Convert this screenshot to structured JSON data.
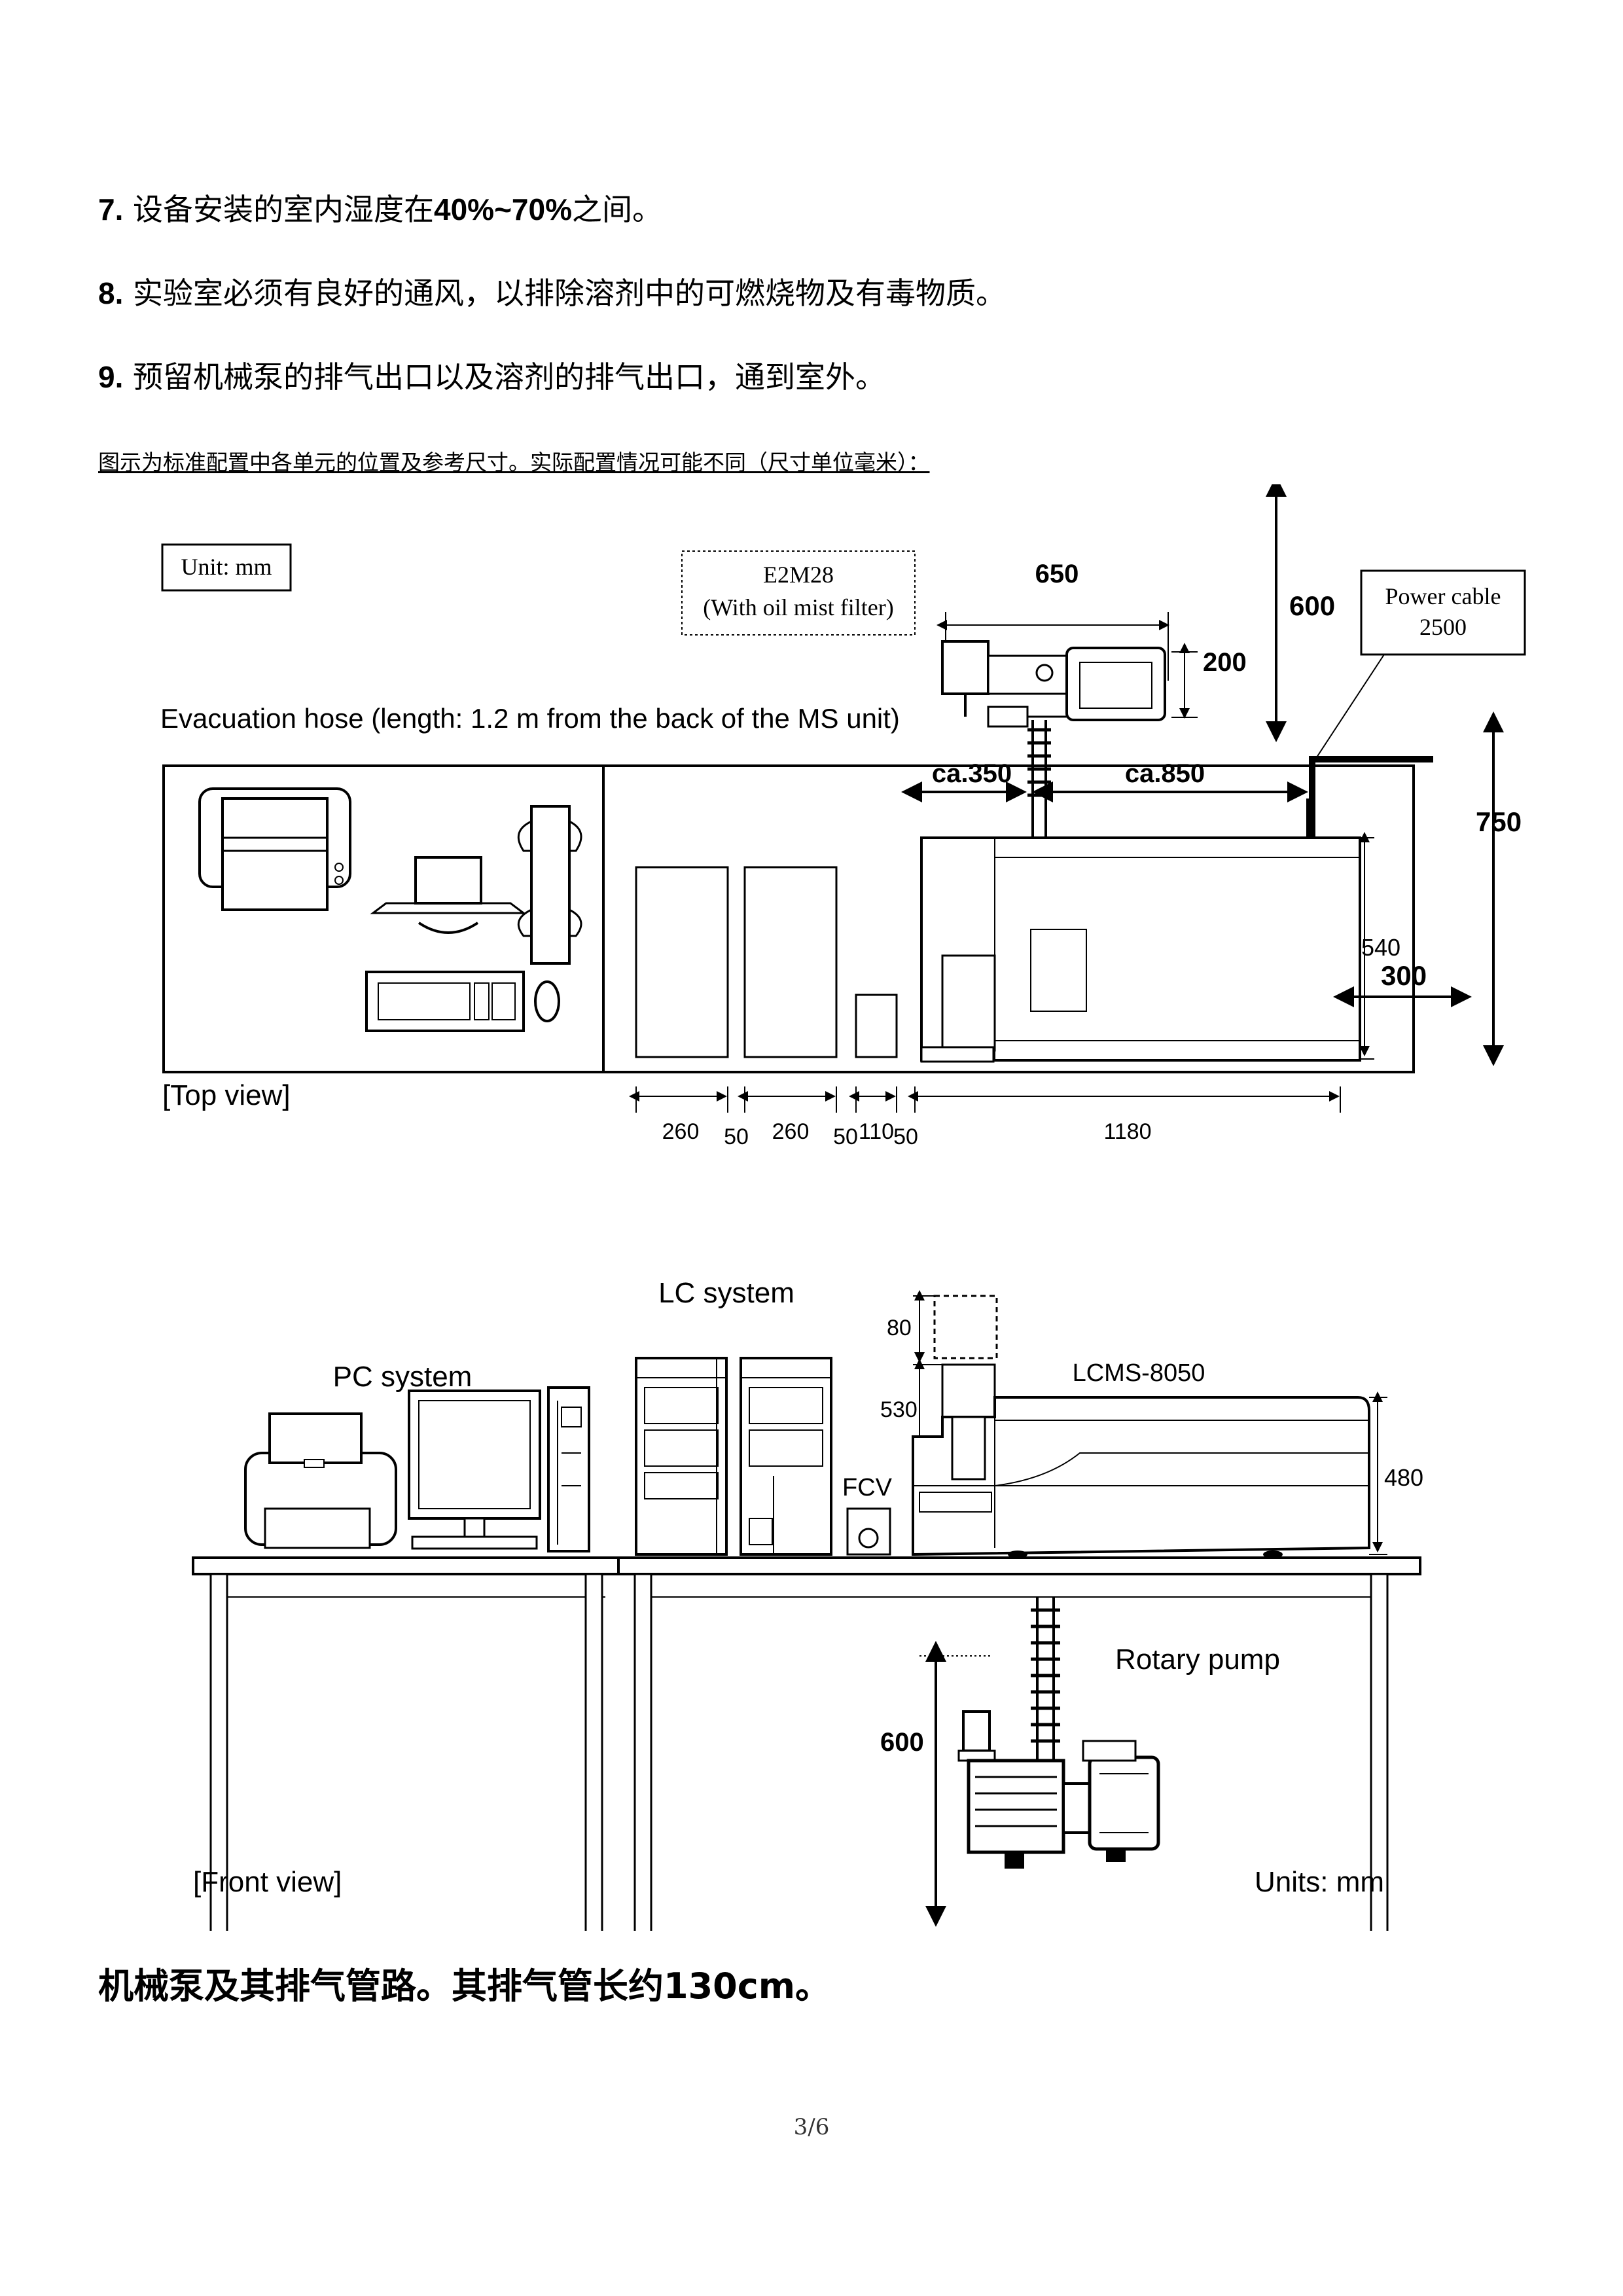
{
  "requirements": [
    {
      "number": "7.",
      "text_before": "设备安装的室内湿度在",
      "text_bold": "40%~70%",
      "text_after": "之间。"
    },
    {
      "number": "8.",
      "text_before": "实验室必须有良好的通风，以排除溶剂中的可燃烧物及有毒物质。",
      "text_bold": "",
      "text_after": ""
    },
    {
      "number": "9.",
      "text_before": "预留机械泵的排气出口以及溶剂的排气出口，通到室外。",
      "text_bold": "",
      "text_after": ""
    }
  ],
  "caption": "图示为标准配置中各单元的位置及参考尺寸。实际配置情况可能不同（尺寸单位毫米）：",
  "top_view": {
    "unit_box": "Unit: mm",
    "pump_label_1": "E2M28",
    "pump_label_2": "(With oil mist filter)",
    "dim_650": "650",
    "dim_200": "200",
    "dim_600": "600",
    "power_cable_1": "Power cable",
    "power_cable_2": "2500",
    "hose_label": "Evacuation hose (length: 1.2 m from the back of the MS unit)",
    "dim_ca350": "ca.350",
    "dim_ca850": "ca.850",
    "dim_750": "750",
    "dim_540": "540",
    "dim_300": "300",
    "view_label": "[Top view]",
    "bottom_dims": [
      "260",
      "50",
      "260",
      "50",
      "110",
      "50",
      "1180"
    ]
  },
  "front_view": {
    "lc_label": "LC system",
    "pc_label": "PC system",
    "dim_80": "80",
    "dim_530": "530",
    "ms_label": "LCMS-8050",
    "dim_480": "480",
    "fcv_label": "FCV",
    "pump_label": "Rotary pump",
    "dim_600": "600",
    "view_label": "[Front view]",
    "units_label": "Units: mm"
  },
  "bottom_heading": "机械泵及其排气管路。其排气管长约130cm。",
  "page_number": "3/6"
}
